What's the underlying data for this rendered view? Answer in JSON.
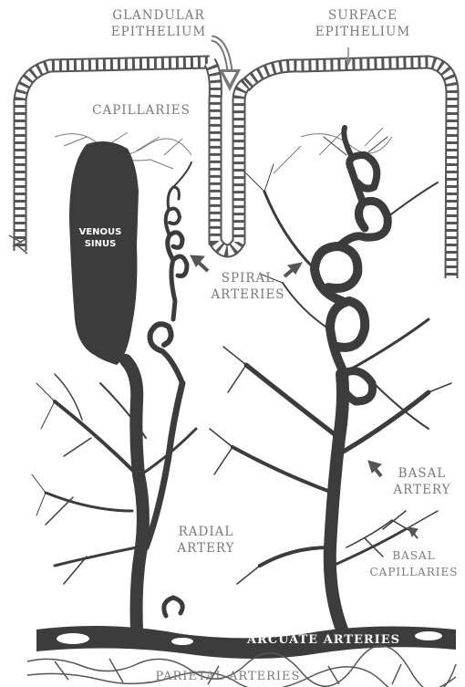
{
  "labels": {
    "glandular_epithelium_1": "GLANDULAR",
    "glandular_epithelium_2": "EPITHELIUM",
    "surface_epithelium_1": "SURFACE",
    "surface_epithelium_2": "EPITHELIUM",
    "capillaries": "CAPILLARIES",
    "venous_sinus_1": "VENOUS",
    "venous_sinus_2": "SINUS",
    "spiral_arteries_1": "SPIRAL",
    "spiral_arteries_2": "ARTERIES",
    "basal_artery_1": "BASAL",
    "basal_artery_2": "ARTERY",
    "radial_artery_1": "RADIAL",
    "radial_artery_2": "ARTERY",
    "basal_capillaries_1": "BASAL",
    "basal_capillaries_2": "CAPILLARIES",
    "arcuate_arteries": "ARCUATE ARTERIES",
    "parietal_arteries": "PARIETAL ARTERIES"
  },
  "colors": {
    "vessel": "#3c3c3c",
    "epithelium": "#555555",
    "label_text": "#7a7a7a"
  }
}
